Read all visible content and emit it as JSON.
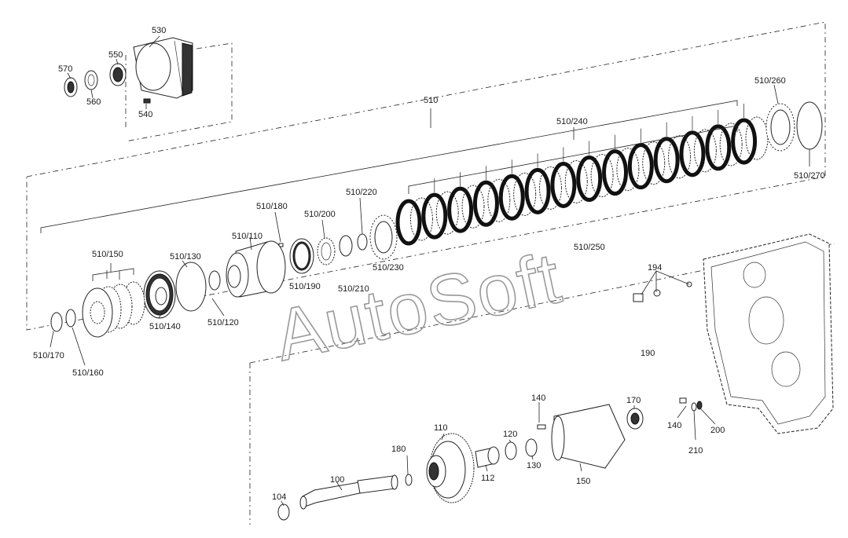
{
  "labels": {
    "p530": "530",
    "p570": "570",
    "p550": "550",
    "p560": "560",
    "p540": "540",
    "p510": "510",
    "p510_260": "510/260",
    "p510_240": "510/240",
    "p510_270": "510/270",
    "p510_220": "510/220",
    "p510_180": "510/180",
    "p510_200": "510/200",
    "p510_110": "510/110",
    "p510_150": "510/150",
    "p510_130": "510/130",
    "p510_250": "510/250",
    "p510_230": "510/230",
    "p510_190": "510/190",
    "p510_210": "510/210",
    "p510_140": "510/140",
    "p510_120": "510/120",
    "p510_170": "510/170",
    "p510_160": "510/160",
    "p194": "194",
    "p190": "190",
    "p140a": "140",
    "p170": "170",
    "p140b": "140",
    "p200": "200",
    "p210": "210",
    "p110": "110",
    "p120": "120",
    "p180": "180",
    "p112": "112",
    "p130": "130",
    "p150": "150",
    "p100": "100",
    "p104": "104"
  },
  "watermark": "AutoSoft"
}
